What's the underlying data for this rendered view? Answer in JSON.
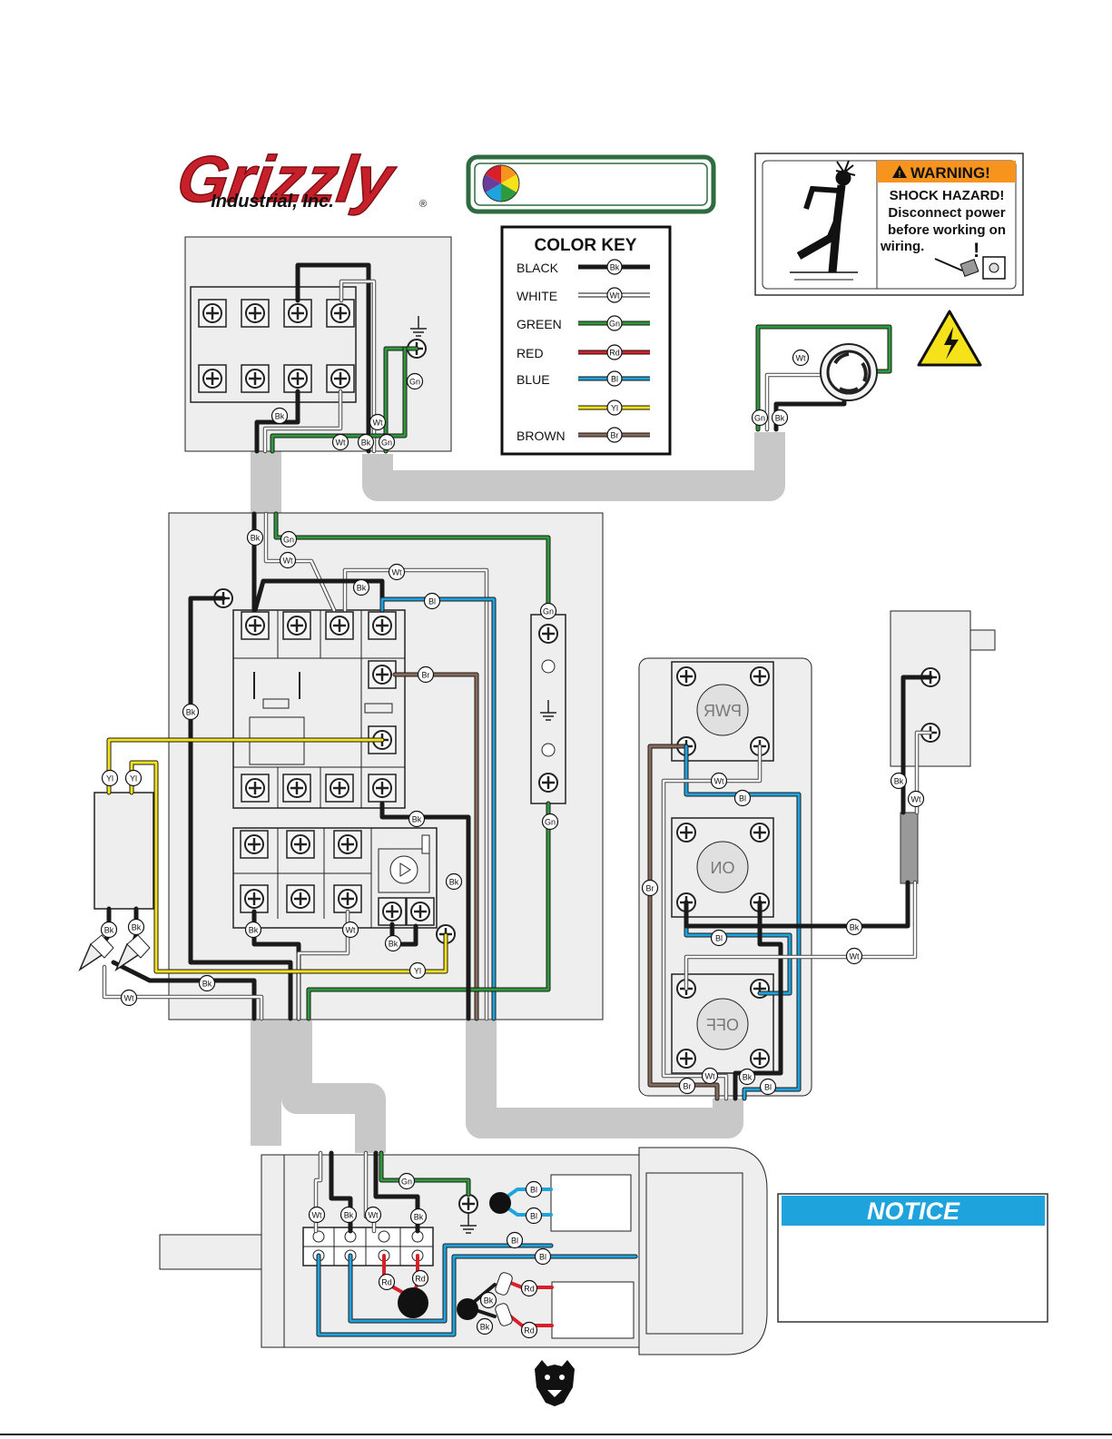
{
  "logo": {
    "brand": "Grizzly",
    "sub": "Industrial, Inc.",
    "reg": "®"
  },
  "color_key": {
    "title": "COLOR KEY",
    "entries": [
      {
        "name": "BLACK",
        "tag": "Bk",
        "color": "#1a1a1a"
      },
      {
        "name": "WHITE",
        "tag": "Wt",
        "color": "#ffffff"
      },
      {
        "name": "GREEN",
        "tag": "Gn",
        "color": "#2e9a3c"
      },
      {
        "name": "RED",
        "tag": "Rd",
        "color": "#d9202a"
      },
      {
        "name": "BLUE",
        "tag": "Bl",
        "color": "#1ea3dc"
      },
      {
        "name": "",
        "tag": "Yl",
        "color": "#f5e21a"
      },
      {
        "name": "BROWN",
        "tag": "Br",
        "color": "#8a6a5a"
      }
    ]
  },
  "warning": {
    "header": "WARNING!",
    "lines": [
      "SHOCK HAZARD!",
      "Disconnect power",
      "before working on",
      "wiring."
    ]
  },
  "notice": {
    "header": "NOTICE"
  },
  "switches": {
    "pwr": "PWR",
    "on": "ON",
    "off": "OFF"
  },
  "colors": {
    "black": "#1a1a1a",
    "white": "#ffffff",
    "green": "#2e9a3c",
    "red": "#d9202a",
    "blue": "#1ea3dc",
    "yellow": "#f5e21a",
    "brown": "#8a6a5a",
    "conduit": "#c8c8c8",
    "panel": "#eeeeee",
    "notice_blue": "#1ea3dc",
    "warning_orange": "#f7941d",
    "logo_red": "#c8202a"
  }
}
